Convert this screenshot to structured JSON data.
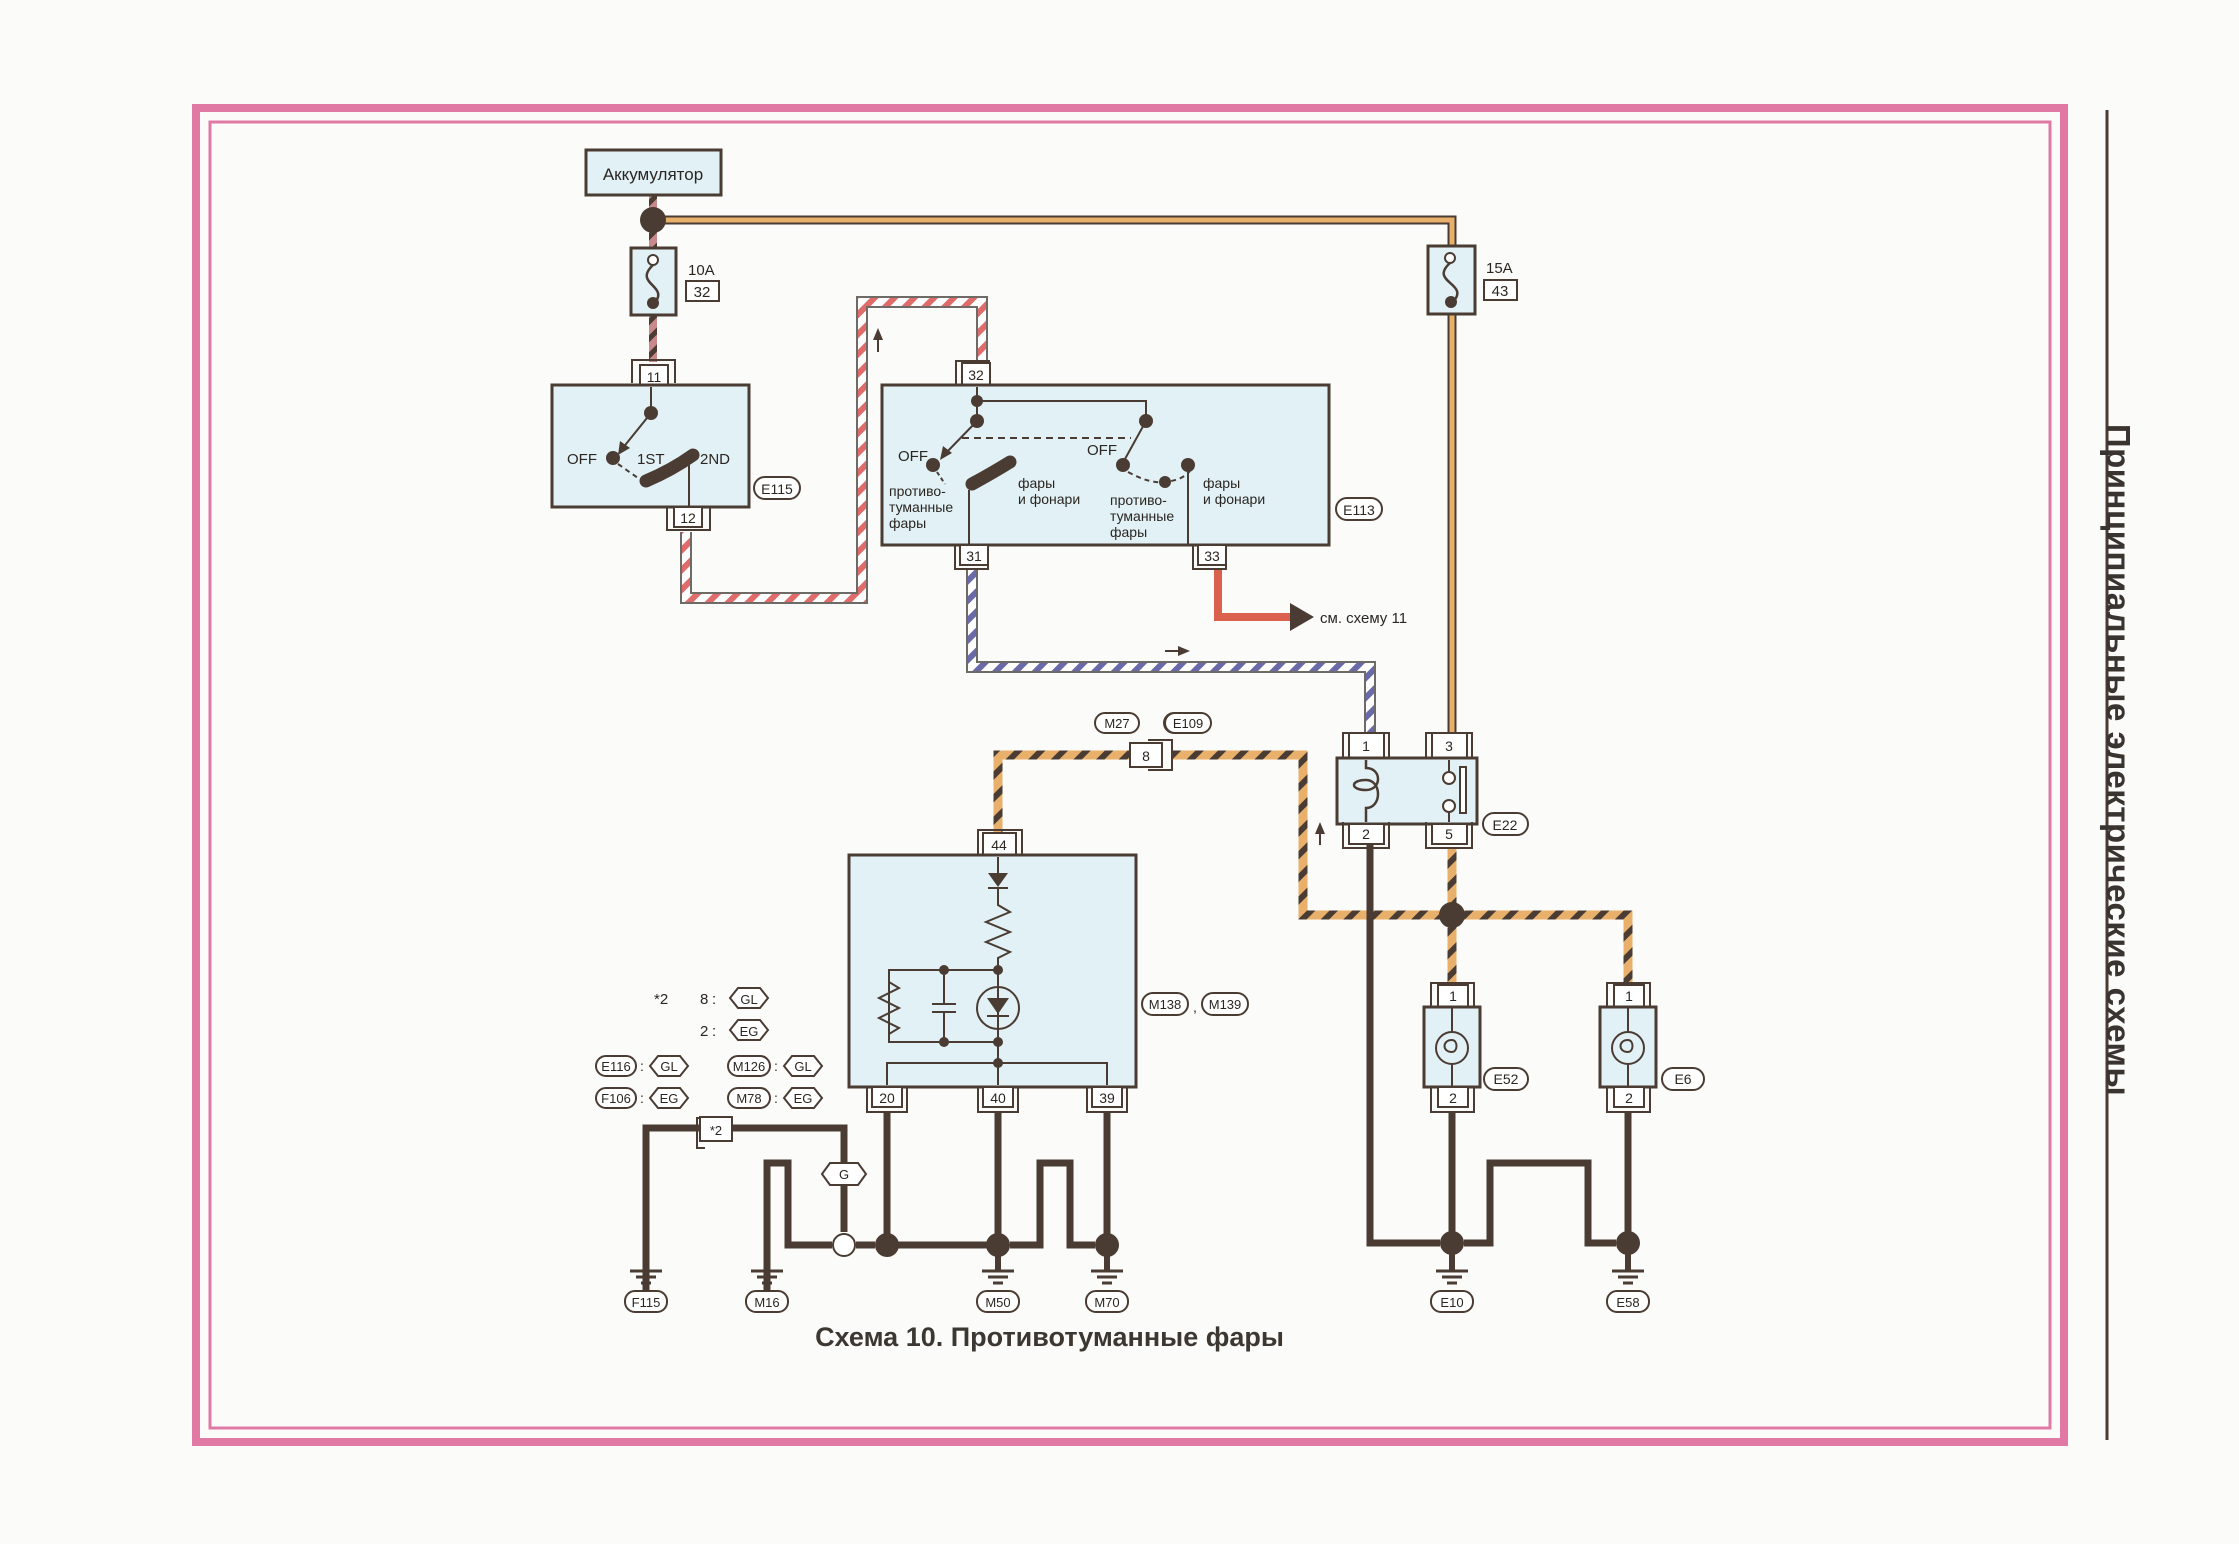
{
  "page": {
    "section_title": "Принципиальные электрические схемы",
    "caption": "Схема 10. Противотуманные фары"
  },
  "colors": {
    "frame": "#e07aa5",
    "component_fill": "#e1f1f6",
    "wire_dark": "#4a3c33",
    "wire_orange": "#e8b06a",
    "wire_red": "#d9614e",
    "wire_blue": "#6b6aa8",
    "stripe_red": "#e06b6b"
  },
  "diagram": {
    "battery": {
      "label": "Аккумулятор"
    },
    "fuses": [
      {
        "id": "fuse-10a",
        "rating": "10A",
        "number": "32"
      },
      {
        "id": "fuse-15a",
        "rating": "15A",
        "number": "43"
      }
    ],
    "light_switch": {
      "connector": "E115",
      "pins": {
        "in": "11",
        "out": "12"
      },
      "positions": [
        "OFF",
        "1ST",
        "2ND"
      ]
    },
    "fog_switch": {
      "connector": "E113",
      "pins": {
        "in": "32",
        "fog_out": "31",
        "lights_out": "33"
      },
      "left": {
        "off": "OFF",
        "fog_label": "противо-\nтуманные\nфары",
        "lights_label": "фары\nи фонари"
      },
      "right": {
        "off": "OFF",
        "fog_label": "противо-\nтуманные\nфары",
        "lights_label": "фары\nи фонари"
      }
    },
    "reference": {
      "text": "см. схему 11"
    },
    "relay": {
      "connector": "E22",
      "pins": [
        "1",
        "2",
        "3",
        "5"
      ]
    },
    "inline_connector": {
      "pin": "8",
      "left_label": "M27",
      "right_label": "E109"
    },
    "control_unit": {
      "connectors": [
        "M138",
        "M139"
      ],
      "pins": {
        "in": "44",
        "out": [
          "20",
          "40",
          "39"
        ]
      }
    },
    "notes": {
      "star": "*2",
      "lines": [
        {
          "left": "8",
          "sep": ":",
          "right": "GL"
        },
        {
          "left": "2",
          "sep": ":",
          "right": "EG"
        }
      ],
      "pairs": [
        {
          "a": "E116",
          "a_val": "GL",
          "b": "M126",
          "b_val": "GL"
        },
        {
          "a": "F106",
          "a_val": "EG",
          "b": "M78",
          "b_val": "EG"
        }
      ],
      "splice_label": "*2",
      "shield_label": "G"
    },
    "lamps": [
      {
        "connector": "E52",
        "pins": [
          "1",
          "2"
        ]
      },
      {
        "connector": "E6",
        "pins": [
          "1",
          "2"
        ]
      }
    ],
    "grounds": [
      "F115",
      "M16",
      "M50",
      "M70",
      "E10",
      "E58"
    ]
  }
}
